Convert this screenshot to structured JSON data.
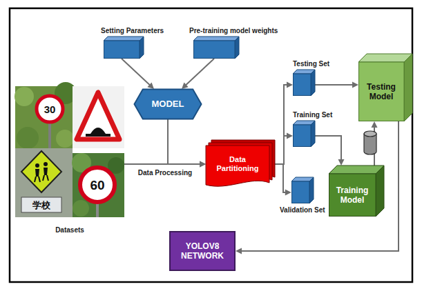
{
  "diagram": {
    "nodes": [
      {
        "text": [
          "Setting Parameters"
        ]
      },
      {
        "text": [
          "Pre-training model weights"
        ]
      },
      {
        "text": [
          "MODEL"
        ]
      },
      {
        "text": [
          "Testing Set"
        ]
      },
      {
        "text": [
          "Testing Model"
        ]
      },
      {
        "text": [
          "Training Set"
        ]
      },
      {
        "text": [
          "Datasets"
        ]
      },
      {
        "text": [
          "Data Partitioning"
        ]
      },
      {
        "text": [
          "Validation Set"
        ]
      },
      {
        "text": [
          "Training Model"
        ]
      },
      {
        "text": [
          "YOLOV8 NETWORK"
        ]
      }
    ],
    "edges": [
      {
        "from": 0,
        "to": 2,
        "arrow": "to"
      },
      {
        "from": 1,
        "to": 2,
        "arrow": "to"
      },
      {
        "from": 2,
        "to": 7,
        "arrow": "to"
      },
      {
        "from": 6,
        "to": 7,
        "label": "Data Processing",
        "arrow": "to"
      },
      {
        "from": 7,
        "to": 3,
        "arrow": "to"
      },
      {
        "from": 7,
        "to": 5,
        "arrow": "to"
      },
      {
        "from": 7,
        "to": 8,
        "arrow": "to"
      },
      {
        "from": 3,
        "to": 4,
        "arrow": "to"
      },
      {
        "from": 5,
        "to": 9,
        "arrow": "to"
      },
      {
        "from": 9,
        "to": 4,
        "arrow": "to"
      },
      {
        "from": 4,
        "to": 10,
        "arrow": "to"
      }
    ],
    "labels": [
      "30",
      "60",
      "学校"
    ]
  }
}
